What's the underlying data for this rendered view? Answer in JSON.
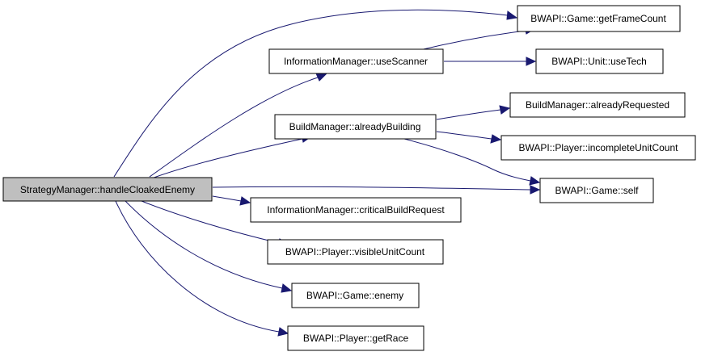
{
  "diagram": {
    "type": "call-graph",
    "colors": {
      "edge": "#191970",
      "root_fill": "#bfbfbf",
      "node_fill": "#ffffff",
      "border": "#000000"
    },
    "nodes": [
      {
        "id": "root",
        "label": "StrategyManager::handleCloakedEnemy"
      },
      {
        "id": "getFrameCount",
        "label": "BWAPI::Game::getFrameCount"
      },
      {
        "id": "useScanner",
        "label": "InformationManager::useScanner"
      },
      {
        "id": "useTech",
        "label": "BWAPI::Unit::useTech"
      },
      {
        "id": "alreadyRequested",
        "label": "BuildManager::alreadyRequested"
      },
      {
        "id": "alreadyBuilding",
        "label": "BuildManager::alreadyBuilding"
      },
      {
        "id": "incompleteUnitCount",
        "label": "BWAPI::Player::incompleteUnitCount"
      },
      {
        "id": "self",
        "label": "BWAPI::Game::self"
      },
      {
        "id": "criticalBuildRequest",
        "label": "InformationManager::criticalBuildRequest"
      },
      {
        "id": "visibleUnitCount",
        "label": "BWAPI::Player::visibleUnitCount"
      },
      {
        "id": "enemy",
        "label": "BWAPI::Game::enemy"
      },
      {
        "id": "getRace",
        "label": "BWAPI::Player::getRace"
      }
    ],
    "edges": [
      {
        "from": "root",
        "to": "getFrameCount"
      },
      {
        "from": "root",
        "to": "useScanner"
      },
      {
        "from": "root",
        "to": "alreadyBuilding"
      },
      {
        "from": "root",
        "to": "self"
      },
      {
        "from": "root",
        "to": "criticalBuildRequest"
      },
      {
        "from": "root",
        "to": "visibleUnitCount"
      },
      {
        "from": "root",
        "to": "enemy"
      },
      {
        "from": "root",
        "to": "getRace"
      },
      {
        "from": "useScanner",
        "to": "getFrameCount"
      },
      {
        "from": "useScanner",
        "to": "useTech"
      },
      {
        "from": "alreadyBuilding",
        "to": "alreadyRequested"
      },
      {
        "from": "alreadyBuilding",
        "to": "incompleteUnitCount"
      },
      {
        "from": "alreadyBuilding",
        "to": "self"
      }
    ]
  }
}
